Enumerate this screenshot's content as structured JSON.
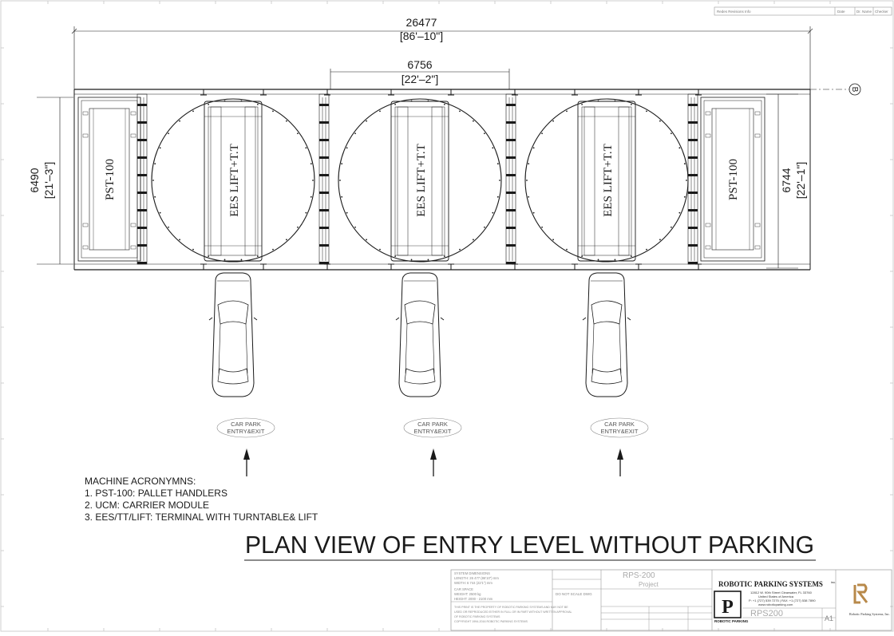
{
  "header_revision": {
    "col1": "Redes Revisions Info",
    "col2": "Date",
    "col3": "Dr. Name",
    "col4": "Checker"
  },
  "dimensions": {
    "overall_width_mm": "26477",
    "overall_width_ftin": "[86'–10\"]",
    "module_width_mm": "6756",
    "module_width_ftin": "[22'–2\"]",
    "left_height_mm": "6490",
    "left_height_ftin": "[21'–3\"]",
    "right_height_mm": "6744",
    "right_height_ftin": "[22'–1\"]"
  },
  "grid_marker": "B",
  "equipment": {
    "pallet_handler_label": "PST-100",
    "lift_label": "EES LIFT+T.T"
  },
  "entries": [
    {
      "line1": "CAR PARK",
      "line2": "ENTRY&EXIT"
    },
    {
      "line1": "CAR PARK",
      "line2": "ENTRY&EXIT"
    },
    {
      "line1": "CAR PARK",
      "line2": "ENTRY&EXIT"
    }
  ],
  "legend": {
    "heading": "MACHINE ACRONYMNS:",
    "items": [
      "1. PST-100: PALLET HANDLERS",
      "2. UCM: CARRIER MODULE",
      "3. EES/TT/LIFT: TERMINAL WITH TURNTABLE& LIFT"
    ]
  },
  "drawing_title": "PLAN VIEW OF ENTRY LEVEL WITHOUT PARKING",
  "title_block": {
    "company": "ROBOTIC PARKING SYSTEMS",
    "company_suffix": "inc.",
    "address1": "12812 W. 90th Street Clearwater, FL 33760",
    "address2": "United States of America",
    "phone": "P: +1 (727) 539 7275 | FAX: +1 (727) 538 7890",
    "website": "www.roboticparking.com",
    "project": "RPS-200",
    "project_label": "Project",
    "drawing_no": "RPS200",
    "sheet_size": "A1",
    "logo_letter": "P",
    "logo_caption": "ROBOTIC PARKING",
    "brand_caption": "Robotic Parking Systems, Inc.",
    "notes": [
      "SYSTEM DIMENSIONS",
      "LENGTH: 26 477 (86'10\") mm",
      "WIDTH: 6 744 (22'1\") mm",
      "CAR SPACE",
      "WEIGHT: 2500 kg",
      "HEIGHT: 2000 - 2100 mm"
    ],
    "disclaimer": [
      "THIS PRINT IS THE PROPERTY OF ROBOTIC PARKING SYSTEMS AND MAY NOT BE",
      "USED OR REPRODUCED EITHER IN FULL OR IN PART WITHOUT WRITTEN APPROVAL",
      "OF ROBOTIC PARKING SYSTEMS",
      "COPYRIGHT 1994-2016 ROBOTIC PARKING SYSTEMS"
    ],
    "scale": "DO NOT SCALE DWG"
  },
  "colors": {
    "line": "#1a1a1a",
    "faint": "#9a9a9a",
    "brand": "#b8894a"
  }
}
